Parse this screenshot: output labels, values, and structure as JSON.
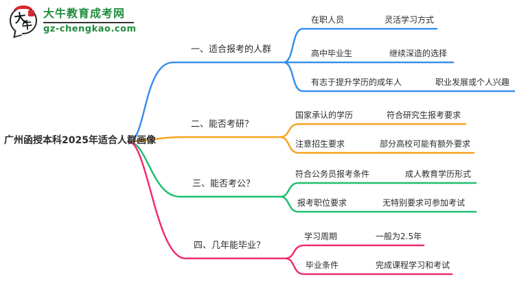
{
  "logo": {
    "icon_char_1": "大",
    "icon_char_2": "牛",
    "site_name": "大牛教育成考网",
    "site_domain": "gz-chengkao.com",
    "brand_green": "#1e8c3c",
    "seal_red": "#d9272e"
  },
  "mindmap": {
    "text_color": "#2b2b2b",
    "root": {
      "label": "广州函授本科2025年适合人群画像"
    },
    "branches": [
      {
        "label": "一、适合报考的人群",
        "color": "#3a8fe8",
        "children": [
          {
            "label": "在职人员",
            "value": "灵活学习方式"
          },
          {
            "label": "高中毕业生",
            "value": "继续深造的选择"
          },
          {
            "label": "有志于提升学历的成年人",
            "value": "职业发展或个人兴趣"
          }
        ]
      },
      {
        "label": "二、能否考研？",
        "color": "#f5a41f",
        "children": [
          {
            "label": "国家承认的学历",
            "value": "符合研究生报考要求"
          },
          {
            "label": "注意招生要求",
            "value": "部分高校可能有额外要求"
          }
        ]
      },
      {
        "label": "三、能否考公？",
        "color": "#1cc06e",
        "children": [
          {
            "label": "符合公务员报考条件",
            "value": "成人教育学历形式"
          },
          {
            "label": "报考职位要求",
            "value": "无特别要求可参加考试"
          }
        ]
      },
      {
        "label": "四、几年能毕业？",
        "color": "#f12a74",
        "children": [
          {
            "label": "学习周期",
            "value": "一般为2.5年"
          },
          {
            "label": "毕业条件",
            "value": "完成课程学习和考试"
          }
        ]
      }
    ]
  }
}
